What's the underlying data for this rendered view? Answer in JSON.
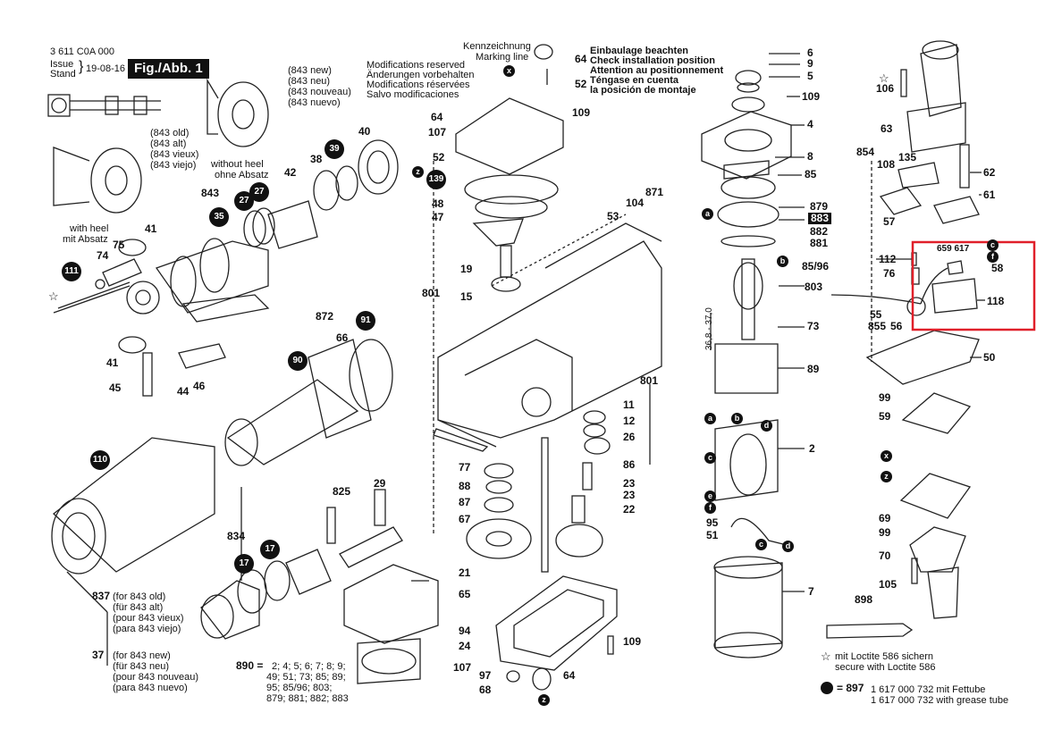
{
  "header": {
    "doc_number": "3 611 C0A 000",
    "issue_label": "Issue",
    "stand_label": "Stand",
    "date": "19-08-16",
    "figure_label": "Fig./Abb. 1"
  },
  "notes": {
    "modifications": [
      "Modifications reserved",
      "Änderungen vorbehalten",
      "Modifications réservées",
      "Salvo modificaciones"
    ],
    "marking": [
      "Kennzeichnung",
      "Marking line"
    ],
    "installation": [
      "Einbaulage beachten",
      "Check installation position",
      "Attention au positionnement",
      "Téngase en cuenta",
      "la posición de montaje"
    ],
    "heel_with": [
      "with heel",
      "mit Absatz"
    ],
    "heel_without": [
      "without heel",
      "ohne Absatz"
    ],
    "variant_843_new": [
      "(843 new)",
      "(843 neu)",
      "(843 nouveau)",
      "(843 nuevo)"
    ],
    "variant_843_old": [
      "(843 old)",
      "(843 alt)",
      "(843 vieux)",
      "(843 viejo)"
    ],
    "item_837": [
      "837",
      "(for 843 old)",
      "(für 843 alt)",
      "(pour 843 vieux)",
      "(para 843 viejo)"
    ],
    "item_37": [
      "37",
      "(for 843 new)",
      "(für 843 neu)",
      "(pour 843 nouveau)",
      "(para 843 nuevo)"
    ],
    "kit_890_label": "890 =",
    "kit_890_lines": [
      "2; 4; 5; 6; 7; 8; 9;",
      "49; 51; 73; 85; 89;",
      "95; 85/96; 803;",
      "879; 881; 882; 883"
    ],
    "loctite": [
      "mit Loctite 586 sichern",
      "secure with Loctite 586"
    ],
    "grease_label": "= 897",
    "grease_lines": [
      "1 617 000 732 mit Fettube",
      "1 617 000 732 with grease tube"
    ],
    "dim_label": "36,8 - 37,0"
  },
  "disc_labels": [
    {
      "id": "d111",
      "text": "111"
    },
    {
      "id": "d35",
      "text": "35"
    },
    {
      "id": "d27a",
      "text": "27"
    },
    {
      "id": "d27b",
      "text": "27"
    },
    {
      "id": "d39",
      "text": "39"
    },
    {
      "id": "d139",
      "text": "139"
    },
    {
      "id": "d90",
      "text": "90"
    },
    {
      "id": "d91",
      "text": "91"
    },
    {
      "id": "d110",
      "text": "110"
    },
    {
      "id": "d17a",
      "text": "17"
    },
    {
      "id": "d17b",
      "text": "17"
    }
  ],
  "part_numbers": [
    {
      "id": "p843",
      "text": "843"
    },
    {
      "id": "p41a",
      "text": "41"
    },
    {
      "id": "p75",
      "text": "75"
    },
    {
      "id": "p74",
      "text": "74"
    },
    {
      "id": "p42",
      "text": "42"
    },
    {
      "id": "p38",
      "text": "38"
    },
    {
      "id": "p40",
      "text": "40"
    },
    {
      "id": "p872",
      "text": "872"
    },
    {
      "id": "p66",
      "text": "66"
    },
    {
      "id": "p41b",
      "text": "41"
    },
    {
      "id": "p45",
      "text": "45"
    },
    {
      "id": "p44",
      "text": "44"
    },
    {
      "id": "p46",
      "text": "46"
    },
    {
      "id": "p825",
      "text": "825"
    },
    {
      "id": "p29",
      "text": "29"
    },
    {
      "id": "p834",
      "text": "834"
    },
    {
      "id": "p64a",
      "text": "64"
    },
    {
      "id": "p52a",
      "text": "52"
    },
    {
      "id": "p64b",
      "text": "64"
    },
    {
      "id": "p107a",
      "text": "107"
    },
    {
      "id": "p109a",
      "text": "109"
    },
    {
      "id": "p52b",
      "text": "52"
    },
    {
      "id": "p48",
      "text": "48"
    },
    {
      "id": "p47",
      "text": "47"
    },
    {
      "id": "p871",
      "text": "871"
    },
    {
      "id": "p104",
      "text": "104"
    },
    {
      "id": "p53",
      "text": "53"
    },
    {
      "id": "p19",
      "text": "19"
    },
    {
      "id": "p801a",
      "text": "801"
    },
    {
      "id": "p15",
      "text": "15"
    },
    {
      "id": "p801b",
      "text": "801"
    },
    {
      "id": "p11",
      "text": "11"
    },
    {
      "id": "p12",
      "text": "12"
    },
    {
      "id": "p26",
      "text": "26"
    },
    {
      "id": "p86",
      "text": "86"
    },
    {
      "id": "p77",
      "text": "77"
    },
    {
      "id": "p88",
      "text": "88"
    },
    {
      "id": "p87",
      "text": "87"
    },
    {
      "id": "p67",
      "text": "67"
    },
    {
      "id": "p23a",
      "text": "23"
    },
    {
      "id": "p23b",
      "text": "23"
    },
    {
      "id": "p22",
      "text": "22"
    },
    {
      "id": "p21",
      "text": "21"
    },
    {
      "id": "p65",
      "text": "65"
    },
    {
      "id": "p94",
      "text": "94"
    },
    {
      "id": "p24",
      "text": "24"
    },
    {
      "id": "p109b",
      "text": "109"
    },
    {
      "id": "p107b",
      "text": "107"
    },
    {
      "id": "p97",
      "text": "97"
    },
    {
      "id": "p68",
      "text": "68"
    },
    {
      "id": "p64c",
      "text": "64"
    },
    {
      "id": "p6",
      "text": "6"
    },
    {
      "id": "p9",
      "text": "9"
    },
    {
      "id": "p5",
      "text": "5"
    },
    {
      "id": "p109c",
      "text": "109"
    },
    {
      "id": "p4",
      "text": "4"
    },
    {
      "id": "p8",
      "text": "8"
    },
    {
      "id": "p85",
      "text": "85"
    },
    {
      "id": "p879",
      "text": "879"
    },
    {
      "id": "p883",
      "text": "883"
    },
    {
      "id": "p882",
      "text": "882"
    },
    {
      "id": "p881",
      "text": "881"
    },
    {
      "id": "p8596",
      "text": "85/96"
    },
    {
      "id": "p803",
      "text": "803"
    },
    {
      "id": "p73",
      "text": "73"
    },
    {
      "id": "p89",
      "text": "89"
    },
    {
      "id": "p2",
      "text": "2"
    },
    {
      "id": "p95",
      "text": "95"
    },
    {
      "id": "p51",
      "text": "51"
    },
    {
      "id": "p7",
      "text": "7"
    },
    {
      "id": "p106",
      "text": "106"
    },
    {
      "id": "p63",
      "text": "63"
    },
    {
      "id": "p854",
      "text": "854"
    },
    {
      "id": "p108",
      "text": "108"
    },
    {
      "id": "p135",
      "text": "135"
    },
    {
      "id": "p62",
      "text": "62"
    },
    {
      "id": "p61",
      "text": "61"
    },
    {
      "id": "p57",
      "text": "57"
    },
    {
      "id": "p112",
      "text": "112"
    },
    {
      "id": "p76",
      "text": "76"
    },
    {
      "id": "p659617",
      "text": "659 617"
    },
    {
      "id": "p58",
      "text": "58"
    },
    {
      "id": "p118",
      "text": "118"
    },
    {
      "id": "p55",
      "text": "55"
    },
    {
      "id": "p855",
      "text": "855"
    },
    {
      "id": "p56",
      "text": "56"
    },
    {
      "id": "p50",
      "text": "50"
    },
    {
      "id": "p99a",
      "text": "99"
    },
    {
      "id": "p59",
      "text": "59"
    },
    {
      "id": "p69",
      "text": "69"
    },
    {
      "id": "p99b",
      "text": "99"
    },
    {
      "id": "p70",
      "text": "70"
    },
    {
      "id": "p105",
      "text": "105"
    },
    {
      "id": "p898",
      "text": "898"
    }
  ],
  "small_letter_labels": [
    "a",
    "b",
    "c",
    "d",
    "e",
    "f",
    "x",
    "z"
  ],
  "highlight_color": "#e0202a"
}
